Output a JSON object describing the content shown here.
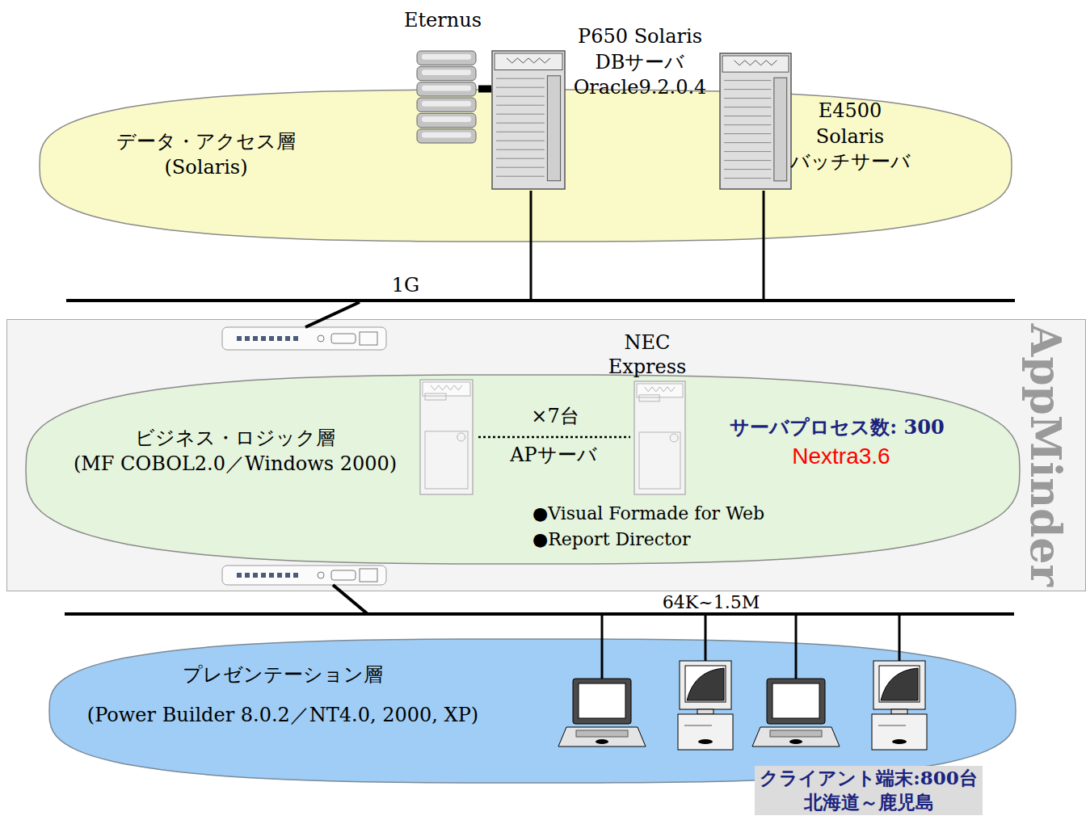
{
  "diagram": {
    "nodes": [
      {
        "text": [
          "データ・アクセス層 (Solaris)"
        ]
      },
      {
        "text": [
          "Eternus"
        ]
      },
      {
        "text": [
          "P650 Solaris DBサーバ Oracle9.2.0.4"
        ]
      },
      {
        "text": [
          "E4500 Solaris バッチサーバ"
        ]
      },
      {
        "text": [
          "AppMinder"
        ]
      },
      {
        "text": [
          "ビジネス・ロジック層 (MF COBOL2.0／Windows 2000)",
          "サーバプロセス数: 300",
          "Nextra3.6",
          "●Visual Formade for Web",
          "●Report Director"
        ],
        "in": 4
      },
      {
        "text": [
          "NEC Express"
        ],
        "in": 4
      },
      {
        "text": [
          "プレゼンテーション層 (Power Builder 8.0.2／NT4.0, 2000, XP)"
        ]
      }
    ],
    "edges": [
      {
        "from": 1,
        "to": 2,
        "arrow": "none"
      }
    ],
    "labels": [
      "1G",
      "×7台",
      "APサーバ",
      "64K~1.5M",
      "クライアント端末:800台 北海道～鹿児島"
    ]
  }
}
